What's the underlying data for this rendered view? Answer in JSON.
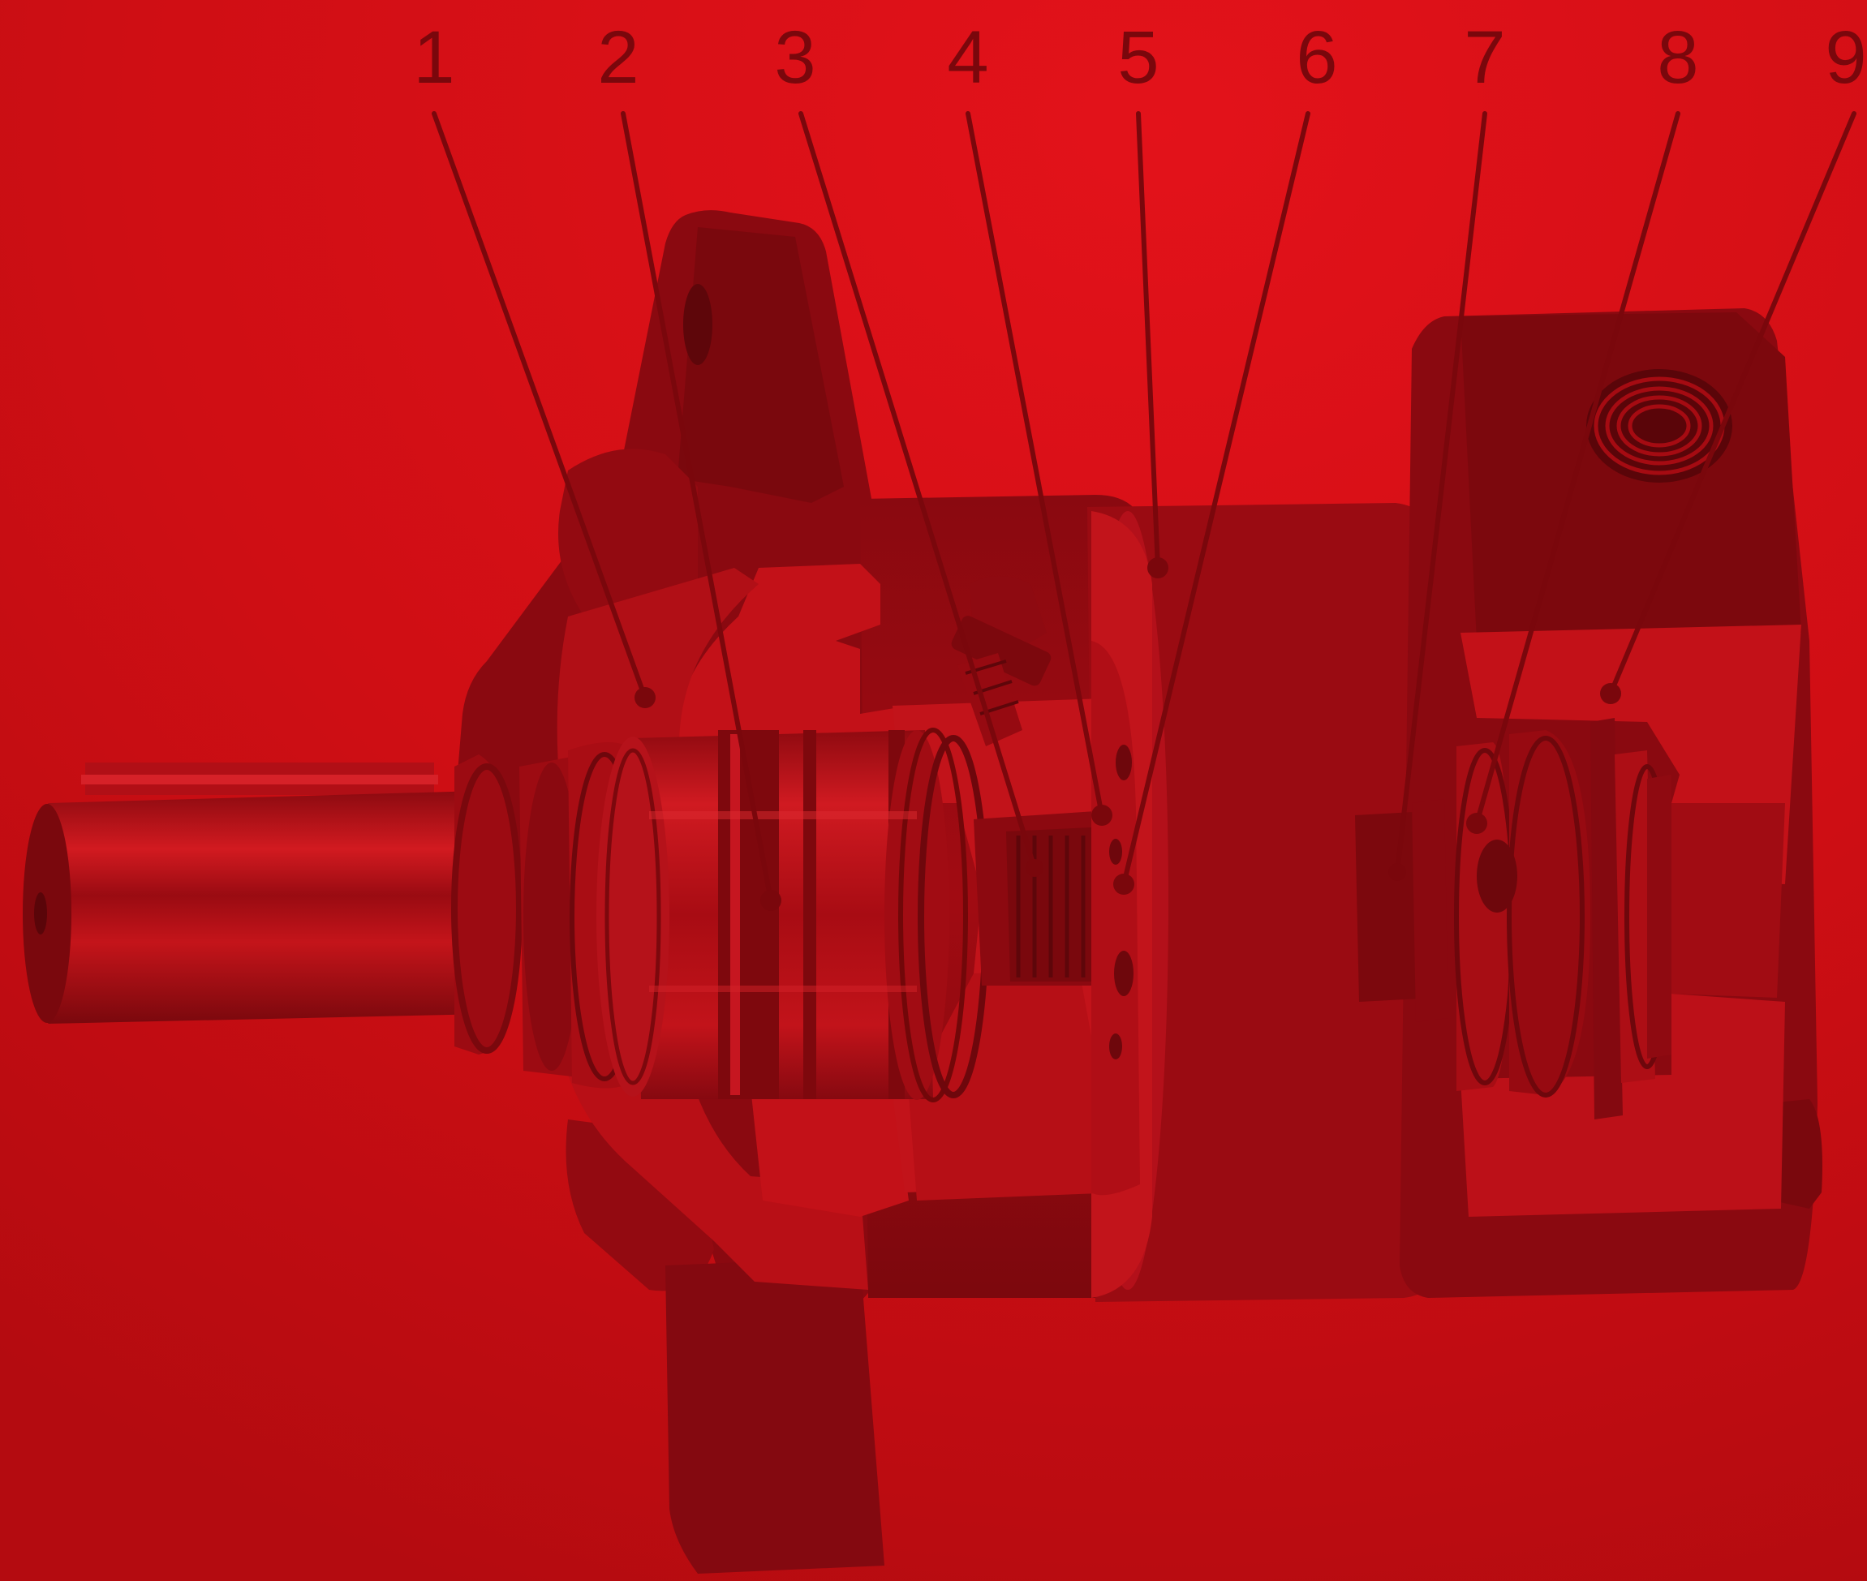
{
  "colors": {
    "background": "#c80d12",
    "background_light": "#de1016",
    "background_dark": "#b80c11",
    "part_dark": "#8a0910",
    "part_darker": "#6e070c",
    "part_mid": "#a60b12",
    "part_light": "#c31118",
    "highlight": "#e0272c",
    "callout": "#7a070c"
  },
  "callouts": [
    {
      "label": "1"
    },
    {
      "label": "2"
    },
    {
      "label": "3"
    },
    {
      "label": "4"
    },
    {
      "label": "5"
    },
    {
      "label": "6"
    },
    {
      "label": "7"
    },
    {
      "label": "8"
    },
    {
      "label": "9"
    }
  ]
}
